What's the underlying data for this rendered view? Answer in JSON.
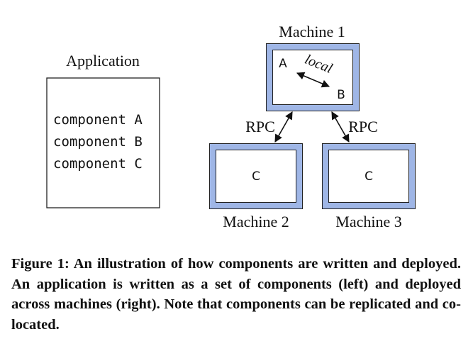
{
  "application": {
    "title": "Application",
    "components": [
      "component A",
      "component B",
      "component C"
    ]
  },
  "machines": {
    "m1": {
      "title": "Machine 1",
      "comp_a": "A",
      "comp_b": "B",
      "link_label": "local"
    },
    "m2": {
      "title": "Machine 2",
      "comp": "C"
    },
    "m3": {
      "title": "Machine 3",
      "comp": "C"
    }
  },
  "links": {
    "rpc_left": "RPC",
    "rpc_right": "RPC"
  },
  "caption": {
    "text": "Figure 1: An illustration of how components are written and deployed. An application is written as a set of components (left) and deployed across machines (right). Note that components can be replicated and co-located."
  },
  "colors": {
    "machine_border": "#9fb6e6",
    "outline": "#222222"
  }
}
